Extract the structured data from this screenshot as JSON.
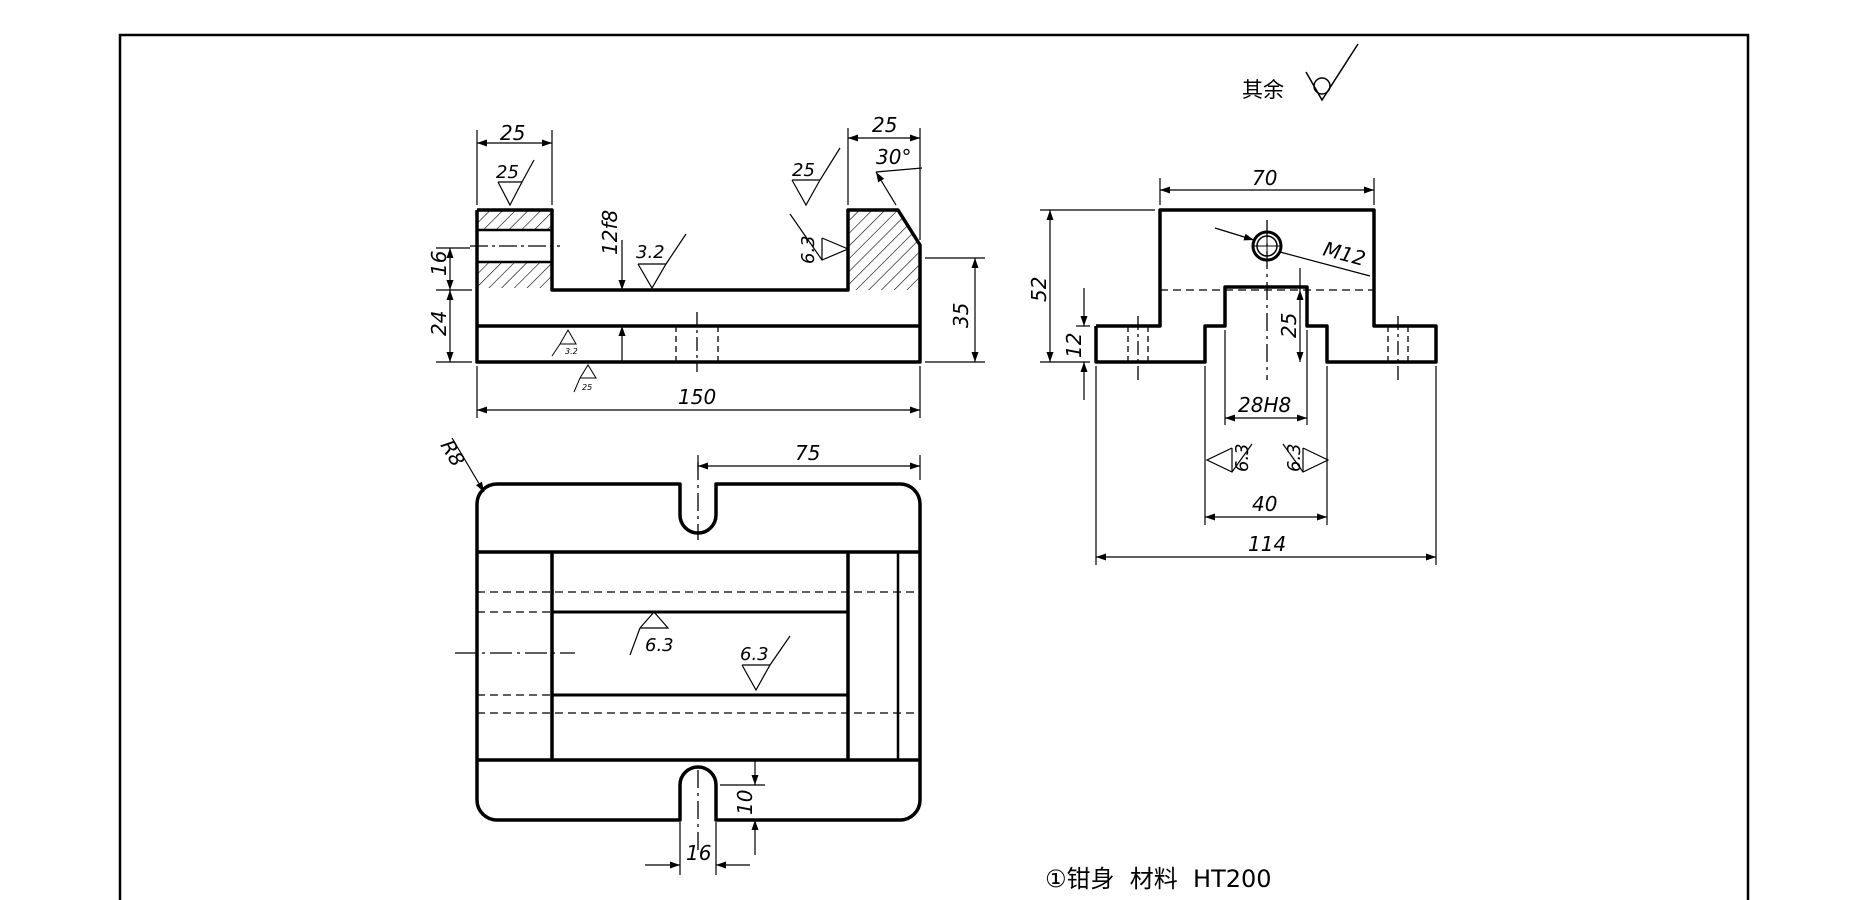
{
  "drawing": {
    "caption": "①钳身  材料  HT200",
    "other_roughness_label": "其余",
    "front_view": {
      "top_width_left": "25",
      "roughness_left_block": "25",
      "top_width_right": "25",
      "angle": "30°",
      "roughness_right_top": "25",
      "roughness_right_side": "6.3",
      "slot_fit": "12f8",
      "roughness_slot": "3.2",
      "height_16": "16",
      "height_24": "24",
      "height_35": "35",
      "roughness_bottom_1": "3.2",
      "roughness_bottom_2": "25",
      "length": "150"
    },
    "top_view": {
      "radius": "R8",
      "half_length": "75",
      "roughness_center": "6.3",
      "roughness_right": "6.3",
      "slot_depth": "10",
      "slot_width": "16"
    },
    "side_view": {
      "top_width": "70",
      "height_52": "52",
      "thread": "M12",
      "height_12": "12",
      "depth_25": "25",
      "slot_fit": "28H8",
      "roughness_left": "6.3",
      "roughness_right": "6.3",
      "width_40": "40",
      "width_114": "114"
    }
  }
}
